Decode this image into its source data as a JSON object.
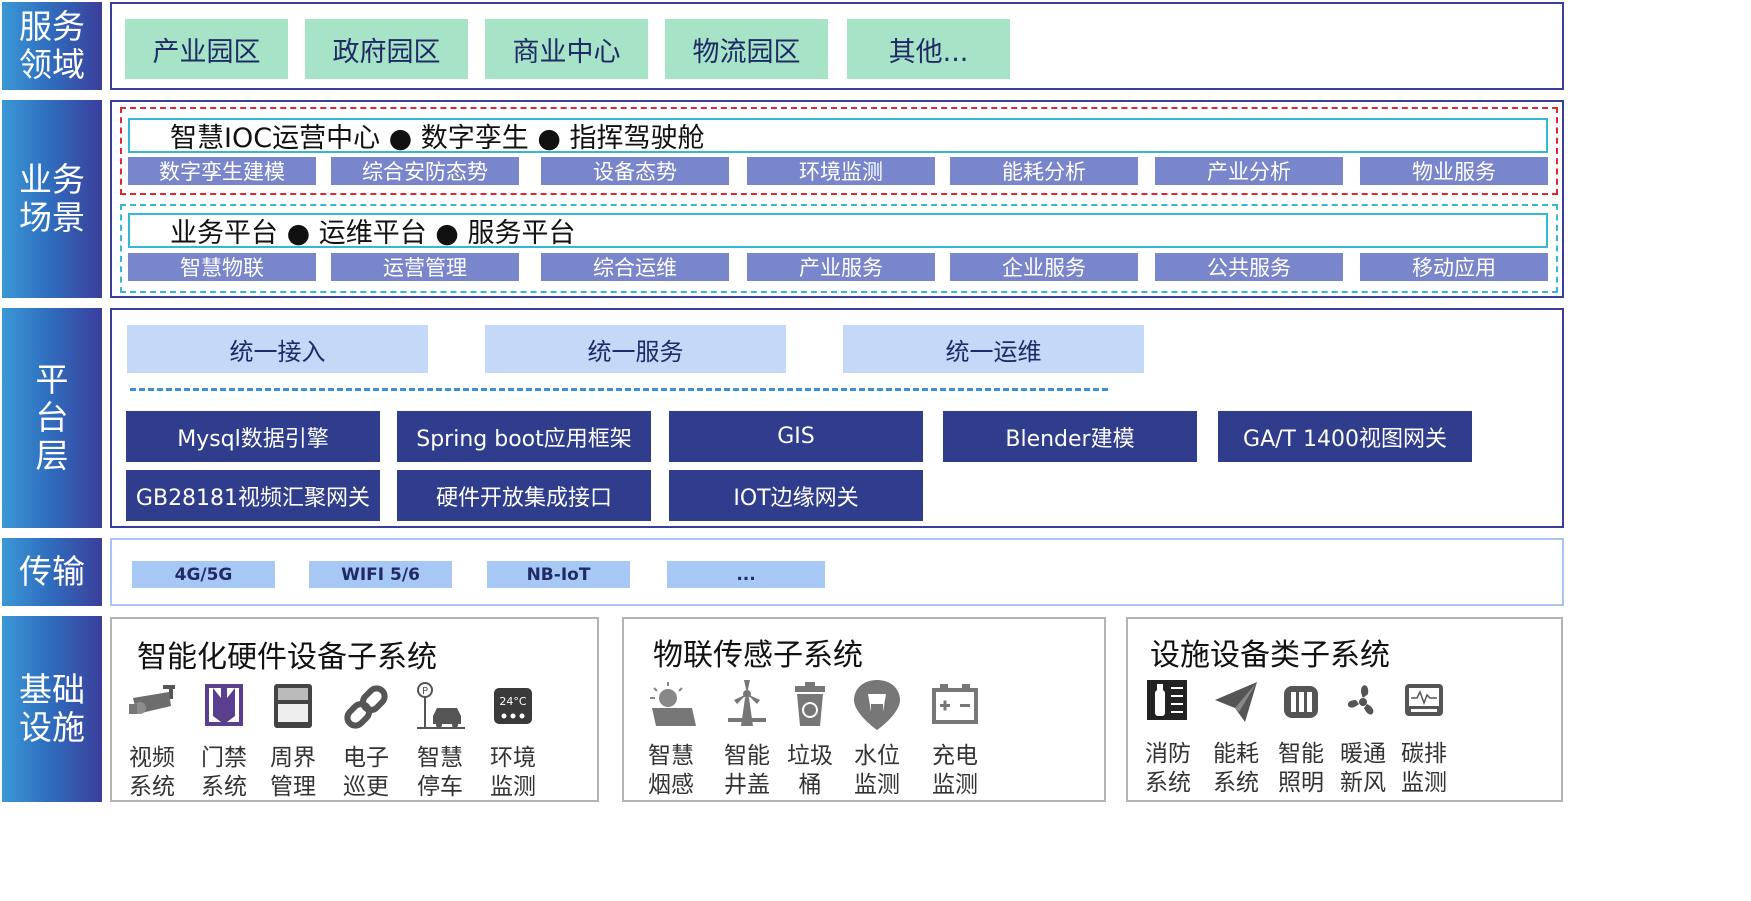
{
  "colors": {
    "navy": "#2f3d8c",
    "green": "#a6e3c7",
    "chip": "#7a86cc",
    "light_blue": "#c4d8f8",
    "red_dash": "#e0262f",
    "cyan": "#35b8d6"
  },
  "service_domain": {
    "label": "服务\n领域",
    "items": [
      "产业园区",
      "政府园区",
      "商业中心",
      "物流园区",
      "其他..."
    ]
  },
  "business": {
    "label": "业务\n场景",
    "group1": {
      "title": "智慧IOC运营中心 ● 数字孪生 ● 指挥驾驶舱",
      "items": [
        "数字孪生建模",
        "综合安防态势",
        "设备态势",
        "环境监测",
        "能耗分析",
        "产业分析",
        "物业服务"
      ]
    },
    "group2": {
      "title": "业务平台 ● 运维平台 ● 服务平台",
      "items": [
        "智慧物联",
        "运营管理",
        "综合运维",
        "产业服务",
        "企业服务",
        "公共服务",
        "移动应用"
      ]
    }
  },
  "platform": {
    "label": "平\n台\n层",
    "top": [
      "统一接入",
      "统一服务",
      "统一运维"
    ],
    "row1": [
      "Mysql数据引擎",
      "Spring boot应用框架",
      "GIS",
      "Blender建模",
      "GA/T 1400视图网关"
    ],
    "row2": [
      "GB28181视频汇聚网关",
      "硬件开放集成接口",
      "IOT边缘网关"
    ]
  },
  "transport": {
    "label": "传输",
    "items": [
      "4G/5G",
      "WIFI 5/6",
      "NB-IoT",
      "..."
    ]
  },
  "infra": {
    "label": "基础\n设施",
    "hardware": {
      "title": "智能化硬件设备子系统",
      "items": [
        {
          "icon": "camera-icon",
          "label": "视频\n系统"
        },
        {
          "icon": "door-icon",
          "label": "门禁\n系统"
        },
        {
          "icon": "perimeter-icon",
          "label": "周界\n管理"
        },
        {
          "icon": "link-icon",
          "label": "电子\n巡更"
        },
        {
          "icon": "parking-icon",
          "label": "智慧\n停车"
        },
        {
          "icon": "thermometer-icon",
          "label": "环境\n监测",
          "badge": "24°C"
        }
      ]
    },
    "sensors": {
      "title": "物联传感子系统",
      "items": [
        {
          "icon": "smoke-sensor-icon",
          "label": "智慧\n烟感"
        },
        {
          "icon": "manhole-icon",
          "label": "智能\n井盖"
        },
        {
          "icon": "trash-bin-icon",
          "label": "垃圾\n桶"
        },
        {
          "icon": "water-level-icon",
          "label": "水位\n监测"
        },
        {
          "icon": "battery-icon",
          "label": "充电\n监测"
        }
      ]
    },
    "facilities": {
      "title": "设施设备类子系统",
      "items": [
        {
          "icon": "fire-extinguisher-icon",
          "label": "消防\n系统"
        },
        {
          "icon": "energy-icon",
          "label": "能耗\n系统"
        },
        {
          "icon": "lighting-icon",
          "label": "智能\n照明"
        },
        {
          "icon": "fan-icon",
          "label": "暖通\n新风"
        },
        {
          "icon": "carbon-monitor-icon",
          "label": "碳排\n监测"
        }
      ]
    }
  }
}
